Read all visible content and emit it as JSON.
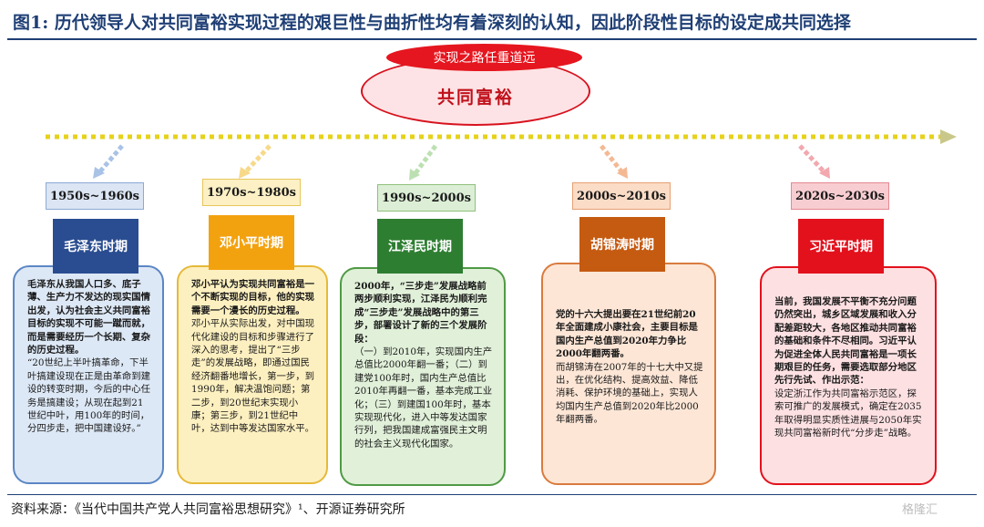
{
  "header": {
    "title": "图1:  历代领导人对共同富裕实现过程的艰巨性与曲折性均有着深刻的认知，因此阶段性目标的设定成共同选择"
  },
  "goal": {
    "label": "实现之路任重道远",
    "name": "共同富裕"
  },
  "periods": [
    {
      "years": "1950s~1960s",
      "leader": "毛泽东时期",
      "bold_text": "毛泽东从我国人口多、底子薄、生产力不发达的现实国情出发，认为社会主义共同富裕目标的实现不可能一蹴而就，而是需要经历一个长期、复杂的历史过程。",
      "normal_text": "“20世纪上半叶搞革命，下半叶搞建设现在正是由革命到建设的转变时期，今后的中心任务是搞建设；从现在起到21世纪中叶，用100年的时间，分四步走，把中国建设好。”",
      "colors": {
        "period_bg": "#dbe5f3",
        "period_border": "#8ea9d6",
        "leader_bg": "#2a4d91",
        "desc_bg": "#dde8f6",
        "desc_border": "#5b86c4"
      }
    },
    {
      "years": "1970s~1980s",
      "leader": "邓小平时期",
      "bold_text": "邓小平认为实现共同富裕是一个不断实现的目标，他的实现需要一个漫长的历史过程。",
      "normal_text": "邓小平从实际出发，对中国现代化建设的目标和步骤进行了深入的思考，提出了“三步走”的发展战略，即通过国民经济翻番地增长，第一步，到1990年，解决温饱问题；第二步，到20世纪末实现小康；第三步，到21世纪中叶，达到中等发达国家水平。",
      "colors": {
        "period_bg": "#fcf0c4",
        "period_border": "#e8c65a",
        "leader_bg": "#f3a20f",
        "desc_bg": "#fdf0c0",
        "desc_border": "#e6b93a"
      }
    },
    {
      "years": "1990s~2000s",
      "leader": "江泽民时期",
      "bold_text": "2000年，“三步走”发展战略前两步顺利实现，江泽民为顺利完成“三步走”发展战略中的第三步，部署设计了新的三个发展阶段：",
      "normal_text": "（一）到2010年，实现国内生产总值比2000年翻一番；（二）到建党100年时，国内生产总值比2010年再翻一番，基本完成工业化；（三）到建国100年时，基本实现现代化，进入中等发达国家行列，把我国建成富强民主文明的社会主义现代化国家。",
      "colors": {
        "period_bg": "#dcefd6",
        "period_border": "#8fc07c",
        "leader_bg": "#2e7e32",
        "desc_bg": "#e1f0d9",
        "desc_border": "#4f9a45"
      }
    },
    {
      "years": "2000s~2010s",
      "leader": "胡锦涛时期",
      "bold_text": "党的十六大提出要在21世纪前20年全面建成小康社会，主要目标是国内生产总值到2020年力争比2000年翻两番。",
      "normal_text": "而胡锦涛在2007年的十七大中又提出，在优化结构、提高效益、降低消耗、保护环境的基础上，实现人均国内生产总值到2020年比2000年翻两番。",
      "colors": {
        "period_bg": "#fbdcc6",
        "period_border": "#e6a074",
        "leader_bg": "#c55a11",
        "desc_bg": "#fde6d6",
        "desc_border": "#d97b3e"
      }
    },
    {
      "years": "2020s~2030s",
      "leader": "习近平时期",
      "bold_text": "当前，我国发展不平衡不充分问题仍然突出，城乡区域发展和收入分配差距较大，各地区推动共同富裕的基础和条件不尽相同。习近平认为促进全体人民共同富裕是一项长期艰巨的任务，需要选取部分地区先行先试、作出示范：",
      "normal_text": "设定浙江作为共同富裕示范区，探索可推广的发展模式，确定在2035年取得明显实质性进展与2050年实现共同富裕新时代“分步走”战略。",
      "colors": {
        "period_bg": "#f8cdd1",
        "period_border": "#e38a92",
        "leader_bg": "#e2111c",
        "desc_bg": "#fde0e2",
        "desc_border": "#e2111c"
      }
    }
  ],
  "footer": {
    "source": "资料来源：《当代中国共产党人共同富裕思想研究》¹、开源证券研究所",
    "watermark": "格隆汇"
  },
  "colors": {
    "title": "#1f3f75",
    "timeline_dots": "#e6d21a",
    "timeline_arrow": "#c9c88a"
  }
}
